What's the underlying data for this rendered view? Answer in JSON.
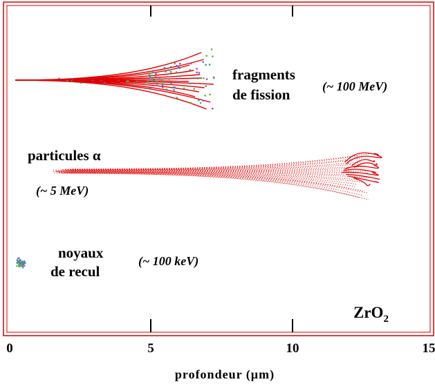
{
  "labels": {
    "fission_line1": "fragments",
    "fission_line2": "de fission",
    "fission_energy": "(~ 100 MeV)",
    "alpha": "particules α",
    "alpha_energy": "(~ 5 MeV)",
    "recoil_line1": "noyaux",
    "recoil_line2": "de recul",
    "recoil_energy": "(~ 100 keV)",
    "material_base": "ZrO",
    "material_sub": "2"
  },
  "axis": {
    "xlabel": "profondeur  (µm)",
    "ticks": [
      "0",
      "5",
      "10",
      "15"
    ],
    "tick_values": [
      0,
      5,
      10,
      15
    ],
    "xlim": [
      0,
      15
    ]
  },
  "tracks": {
    "fission": {
      "start_um": 0,
      "end_um": 7.2,
      "color": "#e00000"
    },
    "alpha": {
      "start_um": 1.5,
      "end_um": 12.8,
      "color": "#e00000"
    },
    "recoil": {
      "start_um": 0.1,
      "end_um": 0.6,
      "color": "#2aa58a"
    }
  },
  "colors": {
    "frame": "#d40000",
    "track": "#e00000",
    "cascade_teal": "#1aa39a",
    "cascade_purple": "#8a4fc8",
    "cascade_green": "#55b83a"
  }
}
